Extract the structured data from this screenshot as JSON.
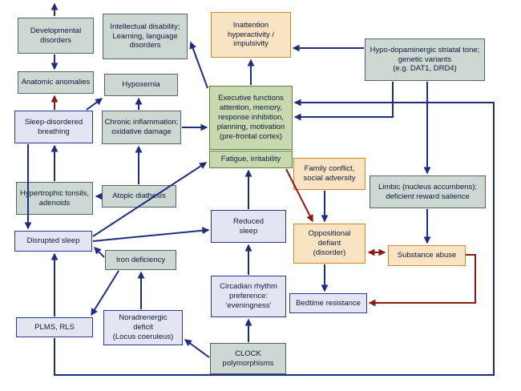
{
  "diagram": {
    "colors": {
      "blue_arrow": "#1f2d7d",
      "red_arrow": "#8c1a11",
      "gray_box_fill": "#cdd8d3",
      "lavender_box_fill": "#e3e6f2",
      "orange_box_fill": "#f8e4c2",
      "green_box_fill": "#c8d9b0"
    },
    "nodes": {
      "developmental_disorders": {
        "label": "Developmental\ndisorders",
        "style": "gray"
      },
      "intellectual_disability": {
        "label": "Intellectual disability;\nLearning, language\ndisorders",
        "style": "gray"
      },
      "inattention": {
        "label": "Inattention\nhyperactivity /\nimpulsivity",
        "style": "orange"
      },
      "hypo_dopaminergic": {
        "label": "Hypo-dopaminergic striatal tone;\ngenetic variants\n(e.g. DAT1, DRD4)",
        "style": "gray"
      },
      "anatomic_anomalies": {
        "label": "Anatomic anomalies",
        "style": "gray"
      },
      "hypoxemia": {
        "label": "Hypoxemia",
        "style": "gray"
      },
      "executive_functions": {
        "label": "Executive functions\nattention, memory,\nresponse inhibition,\nplanning, motivation\n(pre-frontal cortex)",
        "style": "green"
      },
      "sleep_disordered_breathing": {
        "label": "Sleep-disordered\nbreathing",
        "style": "lav"
      },
      "chronic_inflammation": {
        "label": "Chronic inflammation;\noxidative damage",
        "style": "gray"
      },
      "fatigue": {
        "label": "Fatigue, irritability",
        "style": "green"
      },
      "family_conflict": {
        "label": "Family conflict,\nsocial adversity",
        "style": "orange"
      },
      "limbic": {
        "label": "Limbic (nucleus accumbens);\ndeficient reward salience",
        "style": "gray"
      },
      "hypertrophic_tonsils": {
        "label": "Hypertrophic tonsils,\nadenoids",
        "style": "gray"
      },
      "atopic_diathesis": {
        "label": "Atopic diathesis",
        "style": "gray"
      },
      "disrupted_sleep": {
        "label": "Disrupted sleep",
        "style": "lav"
      },
      "reduced_sleep": {
        "label": "Reduced\nsleep",
        "style": "lav"
      },
      "oppositional_defiant": {
        "label": "Oppositional\ndefiant\n(disorder)",
        "style": "orange"
      },
      "substance_abuse": {
        "label": "Substance abuse",
        "style": "orange"
      },
      "iron_deficiency": {
        "label": "Iron deficiency",
        "style": "gray"
      },
      "circadian_rhythm": {
        "label": "Circadian rhythm\npreference:\n'eveningness'",
        "style": "lav"
      },
      "bedtime_resistance": {
        "label": "Bedtime resistance",
        "style": "lav"
      },
      "plms_rls": {
        "label": "PLMS, RLS",
        "style": "lav"
      },
      "noradrenergic_deficit": {
        "label": "Noradrenergic\ndeficit\n(Locus coeruleus)",
        "style": "lav"
      },
      "clock_polymorphisms": {
        "label": "CLOCK\npolymorphisms",
        "style": "gray"
      }
    },
    "edges": [
      {
        "from": "developmental_disorders",
        "to": "figure_top_edge",
        "color": "blue"
      },
      {
        "from": "developmental_disorders",
        "to": "anatomic_anomalies",
        "color": "blue"
      },
      {
        "from": "sleep_disordered_breathing",
        "to": "anatomic_anomalies",
        "color": "red"
      },
      {
        "from": "sleep_disordered_breathing",
        "to": "hypoxemia",
        "color": "blue"
      },
      {
        "from": "chronic_inflammation",
        "to": "hypoxemia",
        "color": "blue"
      },
      {
        "from": "atopic_diathesis",
        "to": "chronic_inflammation",
        "color": "blue"
      },
      {
        "from": "atopic_diathesis",
        "to": "hypertrophic_tonsils",
        "color": "blue"
      },
      {
        "from": "hypertrophic_tonsils",
        "to": "sleep_disordered_breathing",
        "color": "blue"
      },
      {
        "from": "sleep_disordered_breathing",
        "to": "disrupted_sleep",
        "color": "blue"
      },
      {
        "from": "chronic_inflammation",
        "to": "executive_functions",
        "color": "blue"
      },
      {
        "from": "executive_functions",
        "to": "inattention",
        "color": "blue"
      },
      {
        "from": "executive_functions",
        "to": "intellectual_disability",
        "color": "blue"
      },
      {
        "from": "hypo_dopaminergic",
        "to": "inattention",
        "color": "blue"
      },
      {
        "from": "hypo_dopaminergic",
        "to": "executive_functions",
        "color": "blue"
      },
      {
        "from": "hypo_dopaminergic",
        "to": "limbic",
        "color": "blue"
      },
      {
        "from": "limbic",
        "to": "substance_abuse",
        "color": "blue"
      },
      {
        "from": "disrupted_sleep",
        "to": "fatigue",
        "color": "blue"
      },
      {
        "from": "disrupted_sleep",
        "to": "reduced_sleep",
        "color": "blue"
      },
      {
        "from": "iron_deficiency",
        "to": "disrupted_sleep",
        "color": "blue"
      },
      {
        "from": "iron_deficiency",
        "to": "plms_rls",
        "color": "blue"
      },
      {
        "from": "plms_rls",
        "to": "disrupted_sleep",
        "color": "blue"
      },
      {
        "from": "plms_rls",
        "to": "executive_functions",
        "color": "blue"
      },
      {
        "from": "noradrenergic_deficit",
        "to": "iron_deficiency",
        "color": "blue"
      },
      {
        "from": "clock_polymorphisms",
        "to": "noradrenergic_deficit",
        "color": "blue"
      },
      {
        "from": "clock_polymorphisms",
        "to": "circadian_rhythm",
        "color": "blue"
      },
      {
        "from": "circadian_rhythm",
        "to": "reduced_sleep",
        "color": "blue"
      },
      {
        "from": "reduced_sleep",
        "to": "fatigue",
        "color": "blue"
      },
      {
        "from": "family_conflict",
        "to": "oppositional_defiant",
        "color": "blue"
      },
      {
        "from": "oppositional_defiant",
        "to": "bedtime_resistance",
        "color": "blue"
      },
      {
        "from": "fatigue",
        "to": "oppositional_defiant",
        "color": "red"
      },
      {
        "from": "oppositional_defiant",
        "to": "substance_abuse",
        "color": "red",
        "bidirectional": true
      },
      {
        "from": "substance_abuse",
        "to": "bedtime_resistance",
        "color": "red"
      }
    ]
  }
}
